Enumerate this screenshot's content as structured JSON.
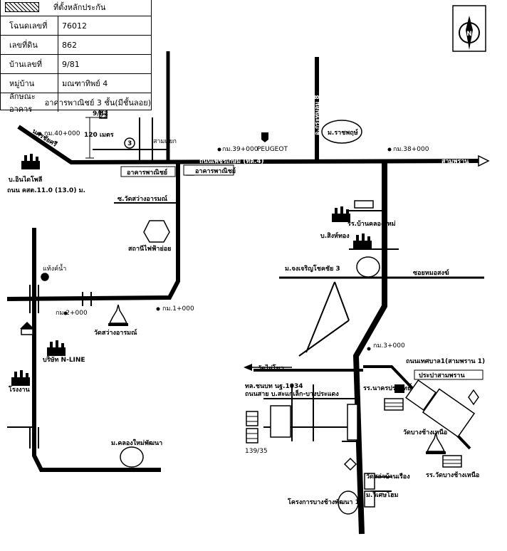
{
  "legend": {
    "pin_label": "ที่ตั้งหลักประกัน"
  },
  "property": [
    {
      "key": "โฉนดเลขที่",
      "value": "76012"
    },
    {
      "key": "เลขที่ดิน",
      "value": "862"
    },
    {
      "key": "บ้านเลขที่",
      "value": "9/81"
    },
    {
      "key": "หมู่บ้าน",
      "value": "มณฑาทิพย์ 4"
    },
    {
      "key": "ลักษณะอาคาร",
      "value": "อาคารพาณิชย์ 3 ชั้น(มีชั้นลอย)"
    }
  ],
  "compass": {
    "north": "N"
  },
  "labels": {
    "house_no": "9/82",
    "distance": "120 เมตร",
    "km40": "กม.40+000",
    "km39": "กม.39+000",
    "km38": "กม.38+000",
    "km2": "กม.2+000",
    "km1": "กม.1+000",
    "km3": "กม.3+000",
    "road_nakhon_chaisi": "นครชัยศรี",
    "road_phetkasem": "ถนนเพชรเกษม (ทล.4)",
    "sam_phran": "สามพราน",
    "ratchamani_school": "ม.ราชพฤษ์",
    "soi_8": "อ.กระทุ่มลม 8",
    "peugeot": "PEUGEOT",
    "intersection_3": "3",
    "intersection_road": "สามแยก",
    "shophouse_1": "อาคารพาณิชย์",
    "shophouse_2": "อาคารพาณิชย์",
    "factory_inthai": "บ.อินไดโพลี",
    "road_ktt": "ถนน คสต.11.0 (13.0) ม.",
    "soi_wat_sawang": "ซ.วัดสว่างอารมณ์",
    "substation": "สถานีไฟฟ้าย่อย",
    "school_ban_khlong_mai": "รร.บ้านคลองใหม่",
    "factory_singthong": "บ.สิงห์ทอง",
    "village_jongjaroen": "ม.จงเจริญโชคชัย 3",
    "soi_nong_song": "ซอยหมอสงฆ์",
    "well": "แท้งค์น้ำ",
    "wat_sawang": "วัดสว่างอารมณ์",
    "factory_n_line": "บริษัท N-LINE",
    "factory_rongngan": "โรงงาน",
    "wat_phra_ngam": "วัดไผ่โขว",
    "road_thetsaban": "ถนนเทศบาล1(สามพราน 1)",
    "highway_1034": "ทล.ชนบท นฐ.1034",
    "road_bang_pradaeng": "ถนนสาย บ.สะแกเล็ก-บางประแดง",
    "school_nakhon": "รร.นาครประสิทธิ์",
    "prapa": "ประปาสามพราน",
    "wat_bang_chang_nuea": "วัดบางช้างเหนือ",
    "school_wat_bang_chang": "รร.วัดบางช้างเหนือ",
    "house_139": "139/35",
    "village_khlong_mai": "ม.คลองใหม่พัฒนา",
    "wat_salak": "วัดสล่าบ้านเรือง",
    "project_bang_chang": "โครงการบางช้างพัฒนา 1",
    "village_wiset": "ม.วิเศษโฮม"
  }
}
